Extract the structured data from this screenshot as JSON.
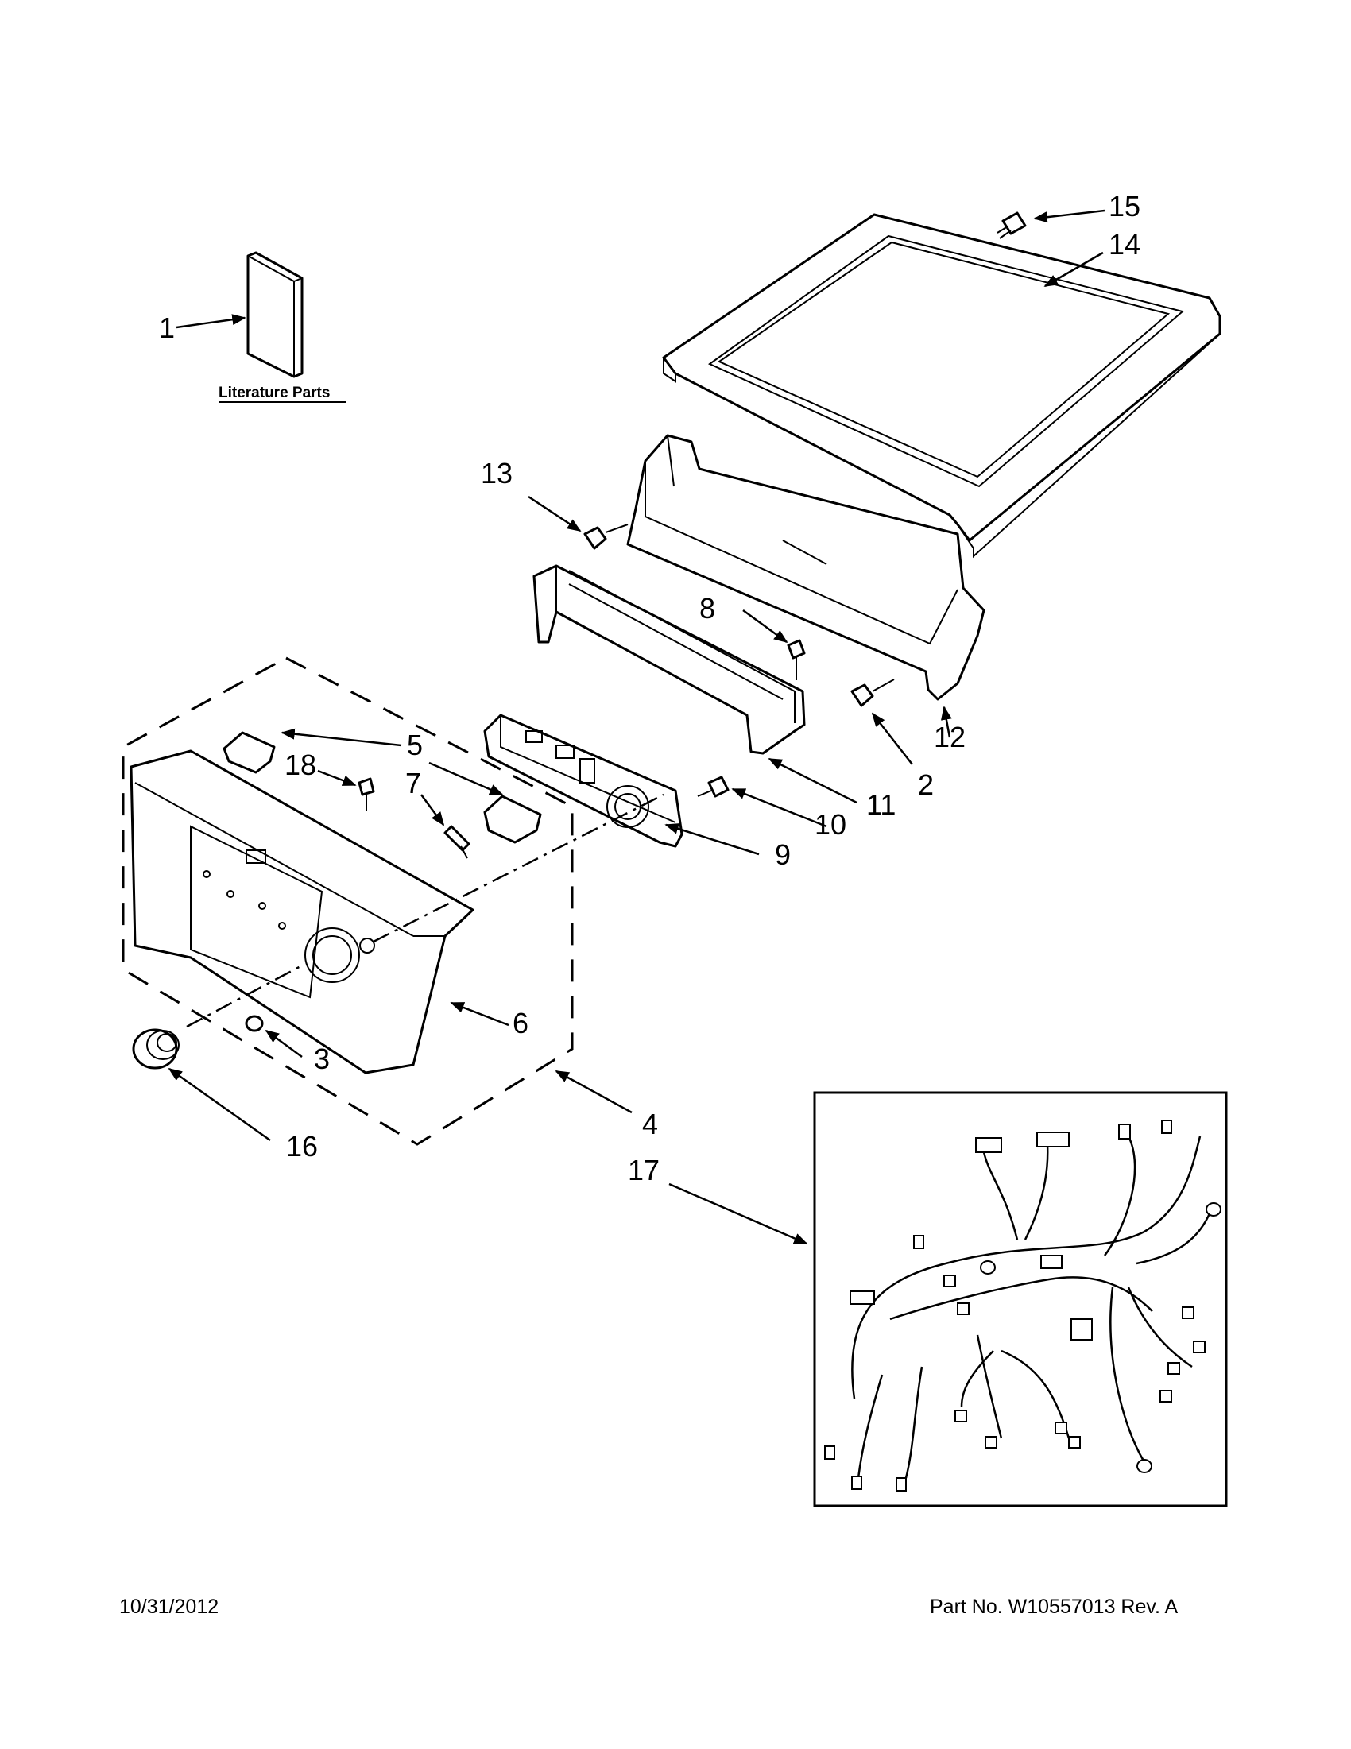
{
  "labels": {
    "literature": "Literature Parts",
    "c1": "1",
    "c2": "2",
    "c3": "3",
    "c4": "4",
    "c5": "5",
    "c6": "6",
    "c7": "7",
    "c8": "8",
    "c9": "9",
    "c10": "10",
    "c11": "11",
    "c12": "12",
    "c13": "13",
    "c14": "14",
    "c15": "15",
    "c16": "16",
    "c17": "17",
    "c18": "18"
  },
  "footer": {
    "date": "10/31/2012",
    "part_number": "Part No.  W10557013  Rev.  A"
  }
}
